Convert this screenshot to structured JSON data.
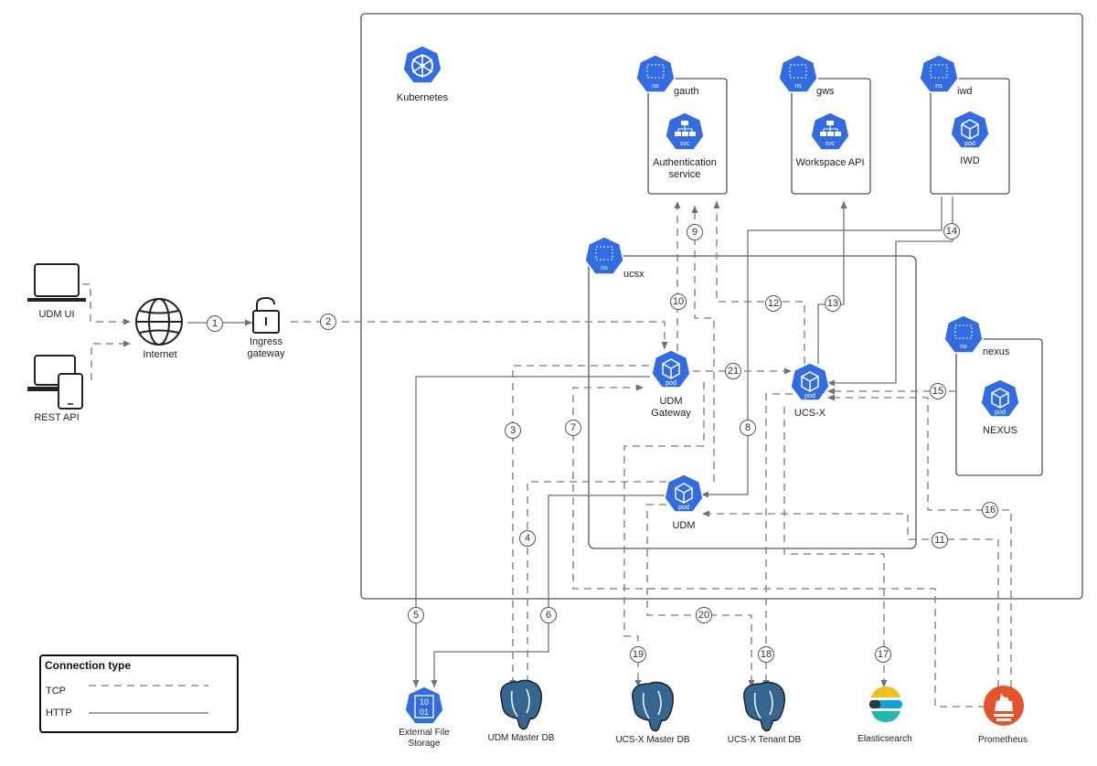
{
  "cluster": {
    "label": "Kubernetes",
    "namespaces": [
      {
        "key": "gauth",
        "label": "gauth",
        "ns_badge": "ns"
      },
      {
        "key": "gws",
        "label": "gws",
        "ns_badge": "ns"
      },
      {
        "key": "iwd",
        "label": "iwd",
        "ns_badge": "ns"
      },
      {
        "key": "ucsx",
        "label": "ucsx",
        "ns_badge": "ns"
      },
      {
        "key": "nexus",
        "label": "nexus",
        "ns_badge": "ns"
      }
    ]
  },
  "nodes": {
    "udm_ui": {
      "label": "UDM UI",
      "icon": "laptop-icon"
    },
    "rest_api": {
      "label": "REST API",
      "icon": "devices-icon"
    },
    "internet": {
      "label": "Internet",
      "icon": "globe-icon"
    },
    "ingress": {
      "label_line1": "Ingress",
      "label_line2": "gateway",
      "icon": "lock-icon"
    },
    "auth_service": {
      "label_line1": "Authentication",
      "label_line2": "service",
      "badge": "svc",
      "icon": "service-icon"
    },
    "workspace_api": {
      "label": "Workspace API",
      "badge": "svc",
      "icon": "service-icon"
    },
    "iwd_pod": {
      "label": "IWD",
      "badge": "pod",
      "icon": "pod-icon"
    },
    "udm_gateway": {
      "label_line1": "UDM",
      "label_line2": "Gateway",
      "badge": "pod",
      "icon": "pod-icon"
    },
    "ucsx_pod": {
      "label": "UCS-X",
      "badge": "pod",
      "icon": "pod-icon"
    },
    "udm_pod": {
      "label": "UDM",
      "badge": "pod",
      "icon": "pod-icon"
    },
    "nexus_pod": {
      "label": "NEXUS",
      "badge": "pod",
      "icon": "pod-icon"
    },
    "file_storage": {
      "label_line1": "External File",
      "label_line2": "Storage",
      "icon_text_1": "10",
      "icon_text_2": "01",
      "icon": "file-storage-icon"
    },
    "udm_master_db": {
      "label": "UDM Master DB",
      "icon": "postgresql-icon"
    },
    "ucsx_master_db": {
      "label": "UCS-X Master DB",
      "icon": "postgresql-icon"
    },
    "ucsx_tenant_db": {
      "label": "UCS-X Tenant DB",
      "icon": "postgresql-icon"
    },
    "elasticsearch": {
      "label": "Elasticsearch",
      "icon": "elasticsearch-icon"
    },
    "prometheus": {
      "label": "Prometheus",
      "icon": "prometheus-icon"
    }
  },
  "connection_numbers": [
    "1",
    "2",
    "3",
    "4",
    "5",
    "6",
    "7",
    "8",
    "9",
    "10",
    "11",
    "12",
    "13",
    "14",
    "15",
    "16",
    "17",
    "18",
    "19",
    "20",
    "21"
  ],
  "legend": {
    "title": "Connection type",
    "items": [
      {
        "label": "TCP",
        "style": "dashed"
      },
      {
        "label": "HTTP",
        "style": "solid"
      }
    ]
  },
  "colors": {
    "kubernetes_blue": "#326ce5",
    "postgres_blue": "#336791",
    "prometheus_orange": "#e6522c",
    "line_gray": "#7a7a7a"
  }
}
